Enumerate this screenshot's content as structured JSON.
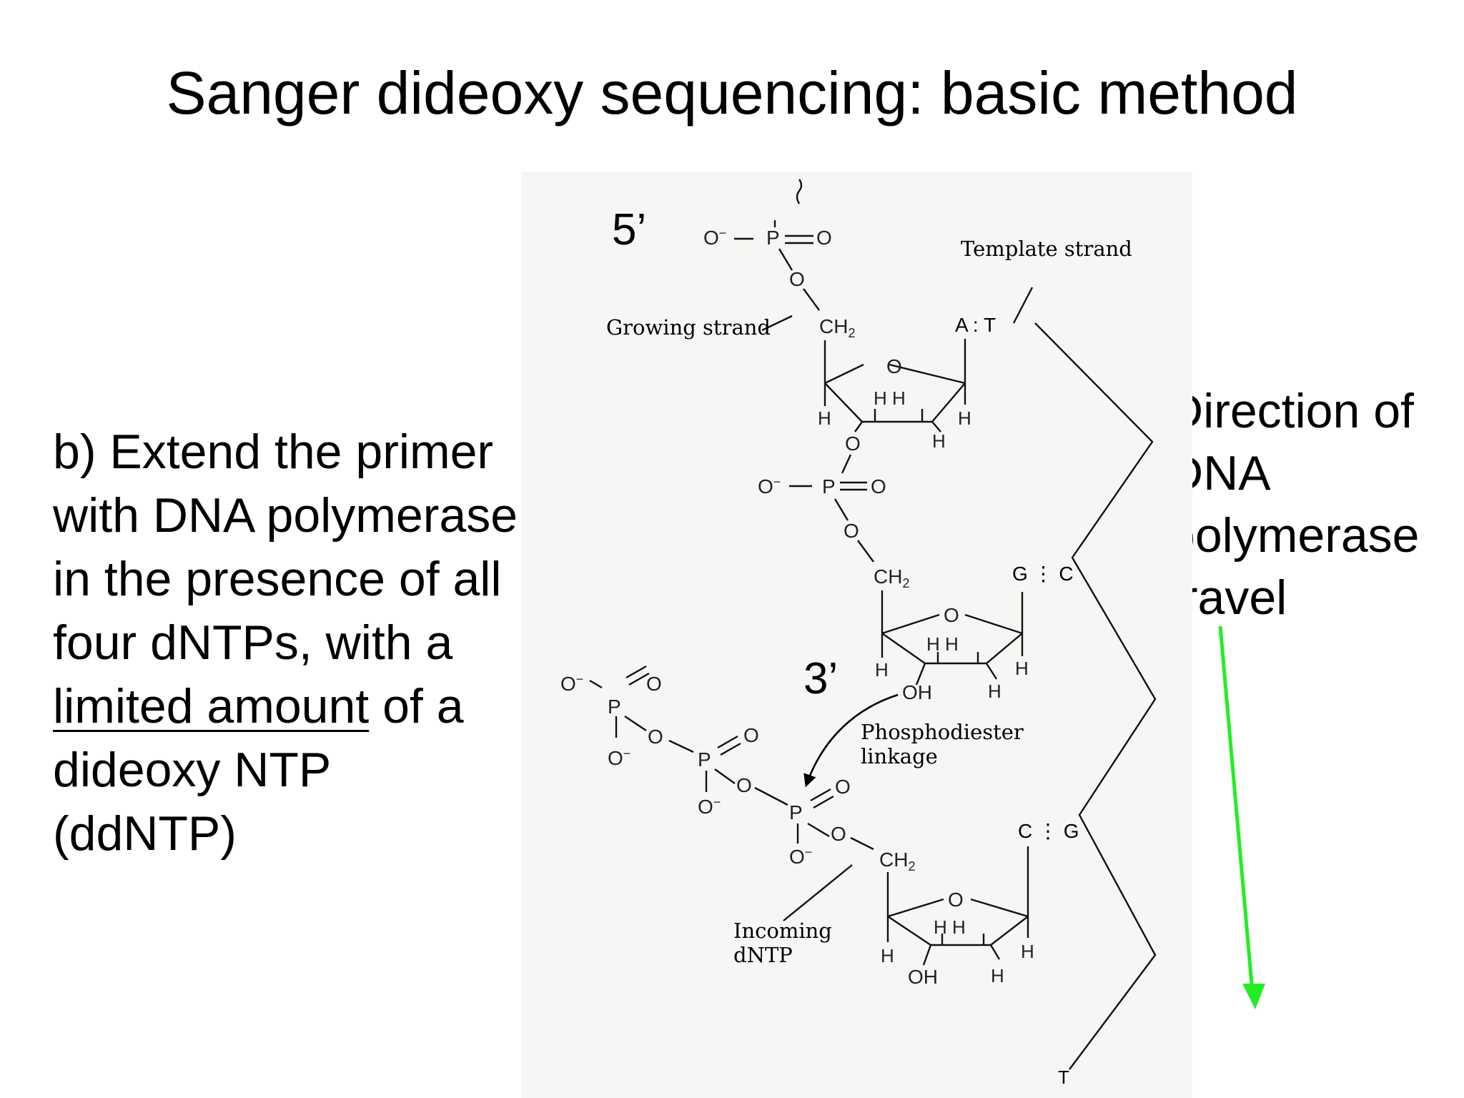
{
  "slide": {
    "title": "Sanger dideoxy sequencing: basic method",
    "step_text_before": "b) Extend the primer with DNA polymerase in the presence of all four dNTPs, with a ",
    "step_text_underlined": "limited amount",
    "step_text_after": " of a dideoxy NTP (ddNTP)",
    "direction_label": "Direction of DNA polymerase travel",
    "arrow_color": "#22ee22"
  },
  "figure": {
    "end_5_label": "5’",
    "end_3_label": "3’",
    "template_strand_label": "Template strand",
    "growing_strand_label": "Growing strand",
    "phosphodiester_label_line1": "Phosphodiester",
    "phosphodiester_label_line2": "linkage",
    "incoming_label_line1": "Incoming",
    "incoming_label_line2": "dNTP",
    "base_pairs": [
      "A : T",
      "G ⋮ C",
      "C ⋮ G"
    ],
    "template_end_base": "T"
  }
}
